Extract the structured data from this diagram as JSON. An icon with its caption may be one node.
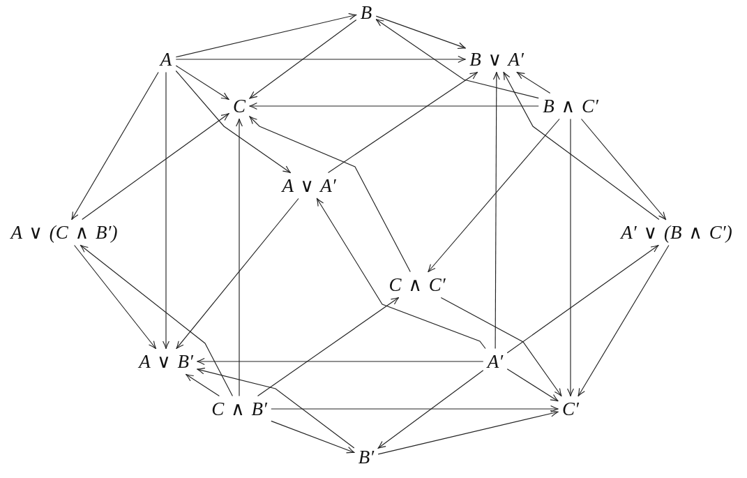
{
  "diagram": {
    "nodes": [
      {
        "text": [
          "B"
        ]
      },
      {
        "text": [
          "A"
        ]
      },
      {
        "text": [
          "B ∨ A′"
        ]
      },
      {
        "text": [
          "C"
        ]
      },
      {
        "text": [
          "B ∧ C′"
        ]
      },
      {
        "text": [
          "A ∨ A′"
        ]
      },
      {
        "text": [
          "A ∨ (C ∧ B′)"
        ]
      },
      {
        "text": [
          "A′ ∨ (B ∧ C′)"
        ]
      },
      {
        "text": [
          "C ∧ C′"
        ]
      },
      {
        "text": [
          "A ∨ B′"
        ]
      },
      {
        "text": [
          "A′"
        ]
      },
      {
        "text": [
          "C ∧ B′"
        ]
      },
      {
        "text": [
          "C′"
        ]
      },
      {
        "text": [
          "B′"
        ]
      }
    ],
    "edges": [
      {
        "from": 1,
        "to": 0,
        "arrow": "to"
      },
      {
        "from": 1,
        "to": 2,
        "arrow": "to"
      },
      {
        "from": 0,
        "to": 2,
        "arrow": "to"
      },
      {
        "from": 4,
        "to": 0,
        "arrow": "to"
      },
      {
        "from": 0,
        "to": 3,
        "arrow": "to"
      },
      {
        "from": 1,
        "to": 3,
        "arrow": "to"
      },
      {
        "from": 1,
        "to": 5,
        "arrow": "to"
      },
      {
        "from": 1,
        "to": 6,
        "arrow": "to"
      },
      {
        "from": 1,
        "to": 9,
        "arrow": "to"
      },
      {
        "from": 4,
        "to": 2,
        "arrow": "to"
      },
      {
        "from": 5,
        "to": 2,
        "arrow": "to"
      },
      {
        "from": 10,
        "to": 2,
        "arrow": "to"
      },
      {
        "from": 7,
        "to": 2,
        "arrow": "to"
      },
      {
        "from": 4,
        "to": 3,
        "arrow": "to"
      },
      {
        "from": 6,
        "to": 3,
        "arrow": "to"
      },
      {
        "from": 11,
        "to": 3,
        "arrow": "to"
      },
      {
        "from": 8,
        "to": 3,
        "arrow": "to"
      },
      {
        "from": 4,
        "to": 8,
        "arrow": "to"
      },
      {
        "from": 4,
        "to": 7,
        "arrow": "to"
      },
      {
        "from": 4,
        "to": 12,
        "arrow": "to"
      },
      {
        "from": 10,
        "to": 5,
        "arrow": "to"
      },
      {
        "from": 5,
        "to": 9,
        "arrow": "to"
      },
      {
        "from": 6,
        "to": 9,
        "arrow": "to"
      },
      {
        "from": 11,
        "to": 6,
        "arrow": "to"
      },
      {
        "from": 10,
        "to": 7,
        "arrow": "to"
      },
      {
        "from": 7,
        "to": 12,
        "arrow": "to"
      },
      {
        "from": 11,
        "to": 8,
        "arrow": "to"
      },
      {
        "from": 8,
        "to": 12,
        "arrow": "to"
      },
      {
        "from": 10,
        "to": 9,
        "arrow": "to"
      },
      {
        "from": 11,
        "to": 9,
        "arrow": "to"
      },
      {
        "from": 13,
        "to": 9,
        "arrow": "to"
      },
      {
        "from": 10,
        "to": 12,
        "arrow": "to"
      },
      {
        "from": 10,
        "to": 13,
        "arrow": "to"
      },
      {
        "from": 11,
        "to": 12,
        "arrow": "to"
      },
      {
        "from": 11,
        "to": 13,
        "arrow": "to"
      },
      {
        "from": 13,
        "to": 12,
        "arrow": "to"
      }
    ]
  }
}
